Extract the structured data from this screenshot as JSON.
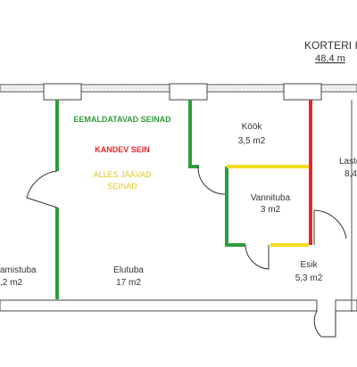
{
  "header": {
    "title": "KORTERI I",
    "area": "48,4 m"
  },
  "legend": {
    "removed_walls": "EEMALDATAVAD SEINAD",
    "load_bearing_wall": "KANDEV SEIN",
    "remaining_walls_line1": "ALLES JÄÄVAD",
    "remaining_walls_line2": "SEINAD",
    "colors": {
      "removed": "#2e9e3a",
      "load_bearing": "#e5262b",
      "remaining": "#f2dc1e"
    }
  },
  "rooms": {
    "kitchen": {
      "name": "Köök",
      "area": "3,5 m2"
    },
    "bedroom": {
      "name": "Lasto",
      "area": "8,4"
    },
    "bathroom": {
      "name": "Vannituba",
      "area": "3 m2"
    },
    "living_room": {
      "name": "Elutuba",
      "area": "17 m2"
    },
    "hall": {
      "name": "Esik",
      "area": "5,3 m2"
    },
    "left_room": {
      "name": "amistuba",
      "area": ",2 m2"
    }
  }
}
